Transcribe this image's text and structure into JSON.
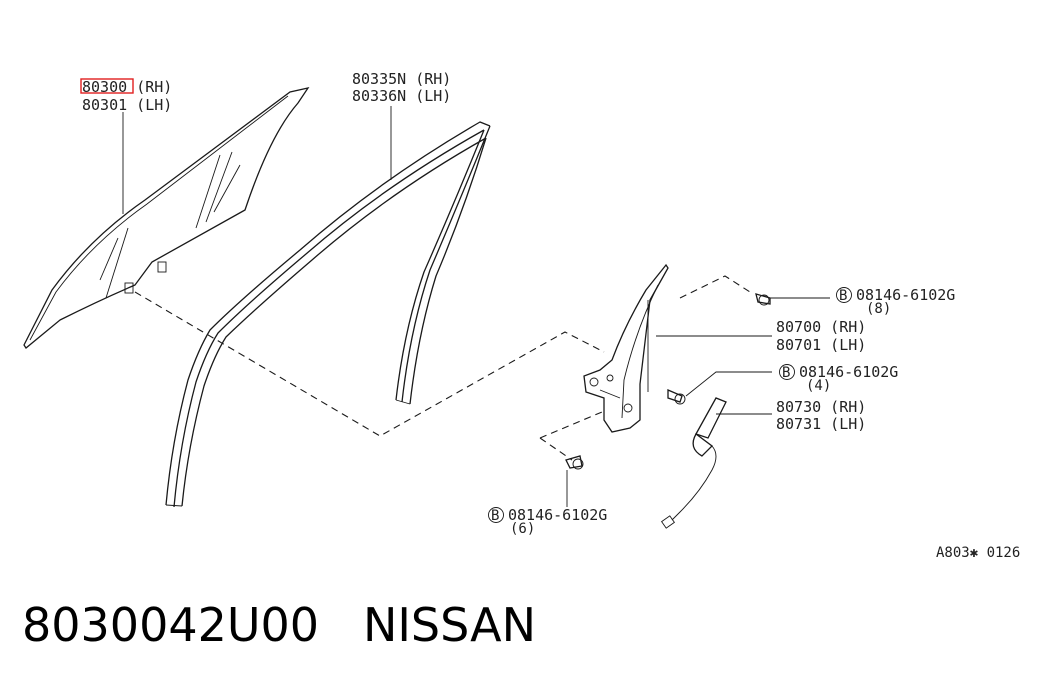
{
  "callouts": {
    "glass_rh": "80300",
    "glass_rh_side": "(RH)",
    "glass_lh": "80301 (LH)",
    "channel_rh": "80335N (RH)",
    "channel_lh": "80336N (LH)",
    "regulator_rh": "80700 (RH)",
    "regulator_lh": "80701 (LH)",
    "motor_rh": "80730 (RH)",
    "motor_lh": "80731 (LH)",
    "bolt_a_code": "08146-6102G",
    "bolt_a_qty": "(8)",
    "bolt_b_code": "08146-6102G",
    "bolt_b_qty": "(4)",
    "bolt_c_code": "08146-6102G",
    "bolt_c_qty": "(6)",
    "bolt_marker": "B"
  },
  "diagram_ref": "A803✱ 0126",
  "footer": {
    "part_number": "8030042U00",
    "brand": "NISSAN"
  },
  "highlight_color": "#e02020"
}
